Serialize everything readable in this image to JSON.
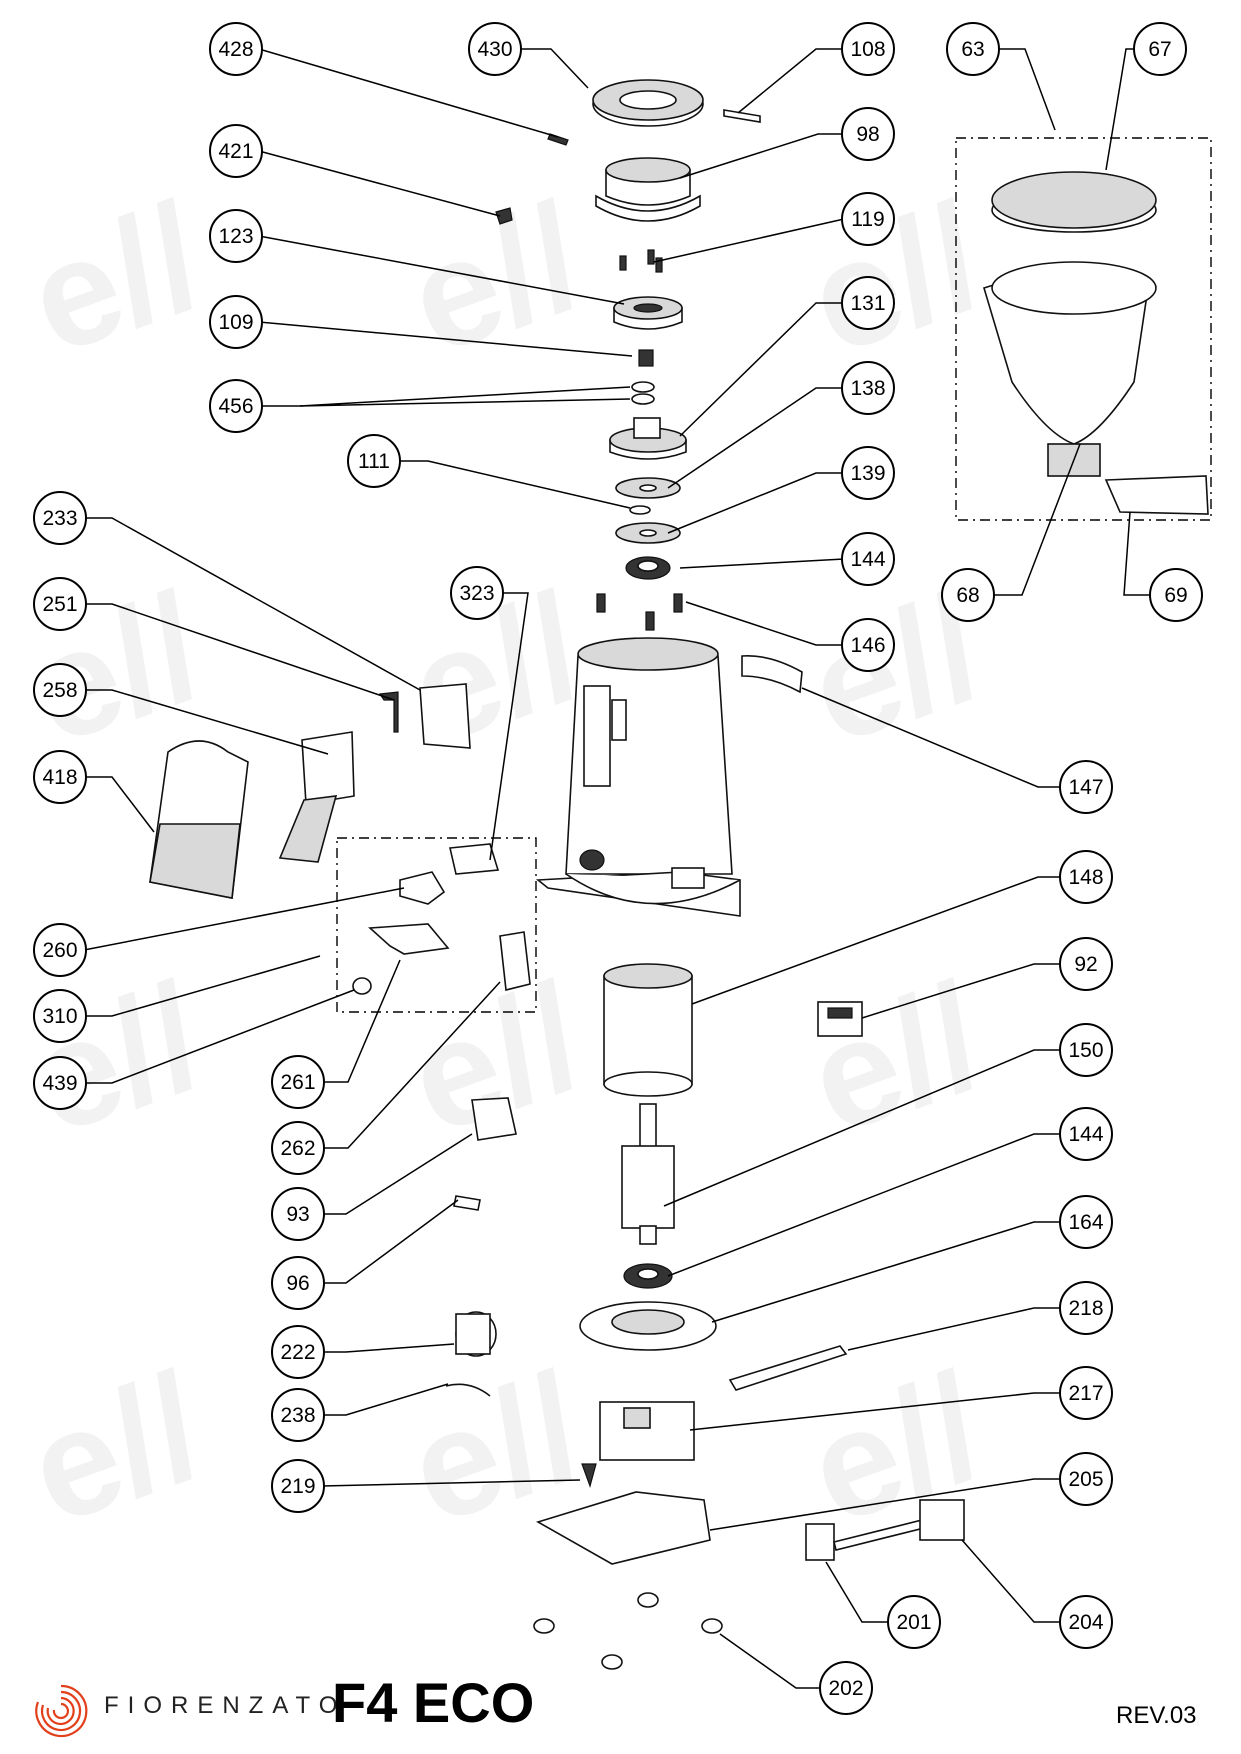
{
  "footer": {
    "brand": "FIORENZATO",
    "model": "F4 ECO",
    "revision": "REV.03"
  },
  "callouts": [
    "428",
    "430",
    "108",
    "63",
    "67",
    "421",
    "98",
    "123",
    "119",
    "109",
    "131",
    "456",
    "138",
    "111",
    "139",
    "233",
    "144",
    "323",
    "251",
    "146",
    "258",
    "147",
    "418",
    "148",
    "260",
    "92",
    "310",
    "439",
    "150",
    "261",
    "144",
    "262",
    "164",
    "93",
    "96",
    "218",
    "222",
    "217",
    "238",
    "219",
    "205",
    "201",
    "204",
    "202",
    "68",
    "69"
  ],
  "colors": {
    "line": "#000000",
    "watermark": "#f2f2f2",
    "logo_red": "#e2401b"
  }
}
